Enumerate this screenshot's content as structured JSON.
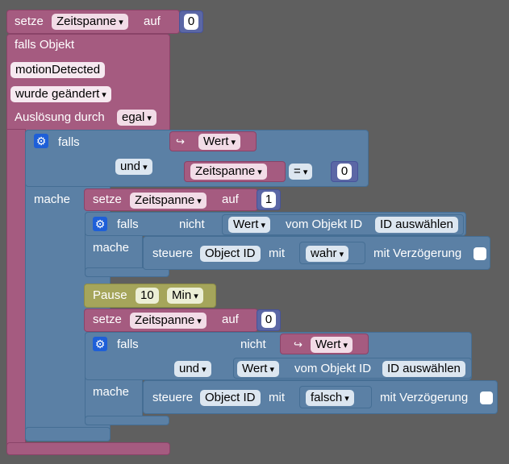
{
  "workspace": {
    "background": "#5f5f5f",
    "colors": {
      "event_block": "#a55b80",
      "logic_block": "#5b80a5",
      "pause_block": "#a5a55b",
      "number_block": "#5b67a5",
      "mutator_icon": "#1e5fd8"
    }
  },
  "top_set": {
    "setze": "setze",
    "variable": "Zeitspanne",
    "auf": "auf",
    "value": "0"
  },
  "trigger": {
    "falls_objekt": "falls Objekt",
    "object_name": "motionDetected",
    "condition": "wurde geändert",
    "ausloesung_label": "Auslösung durch",
    "ausloesung_value": "egal"
  },
  "outer_if": {
    "falls": "falls",
    "mache": "mache",
    "wert_label": "Wert",
    "und": "und",
    "compare_variable": "Zeitspanne",
    "operator": "=",
    "compare_value": "0",
    "mutator_icon": "gear-icon",
    "value_icon": "return-arrow-icon"
  },
  "inner_set1": {
    "setze": "setze",
    "variable": "Zeitspanne",
    "auf": "auf",
    "value": "1"
  },
  "inner_if1": {
    "falls": "falls",
    "mache": "mache",
    "nicht": "nicht",
    "wert_dropdown": "Wert",
    "vom_objekt": "vom Objekt ID",
    "id_auswaehlen": "ID auswählen"
  },
  "steuere1": {
    "steuere": "steuere",
    "object_id": "Object ID",
    "mit": "mit",
    "value": "wahr",
    "delay_label": "mit Verzögerung",
    "delay_checked": false
  },
  "pause": {
    "label": "Pause",
    "amount": "10",
    "unit": "Min"
  },
  "inner_set2": {
    "setze": "setze",
    "variable": "Zeitspanne",
    "auf": "auf",
    "value": "0"
  },
  "inner_if2": {
    "falls": "falls",
    "mache": "mache",
    "nicht": "nicht",
    "wert_label": "Wert",
    "und": "und",
    "wert_dropdown": "Wert",
    "vom_objekt": "vom Objekt ID",
    "id_auswaehlen": "ID auswählen"
  },
  "steuere2": {
    "steuere": "steuere",
    "object_id": "Object ID",
    "mit": "mit",
    "value": "falsch",
    "delay_label": "mit Verzögerung",
    "delay_checked": false
  }
}
